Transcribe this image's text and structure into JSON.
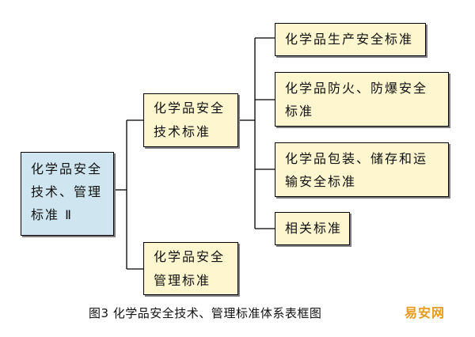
{
  "diagram": {
    "root": "化学品安全\n技术、管理\n标准 Ⅱ",
    "level2": {
      "technical": "化学品安全\n技术标准",
      "management": "化学品安全\n管理标准"
    },
    "level3": [
      "化学品生产安全标准",
      "化学品防火、防爆安全\n标准",
      "化学品包装、储存和运\n输安全标准",
      "相关标准"
    ]
  },
  "caption": "图3  化学品安全技术、管理标准体系表框图",
  "watermark": "易安网",
  "colors": {
    "root_fill": "#cfe6f0",
    "node_fill": "#fdf6cf",
    "line": "#000000",
    "watermark": "#e69a1f"
  }
}
